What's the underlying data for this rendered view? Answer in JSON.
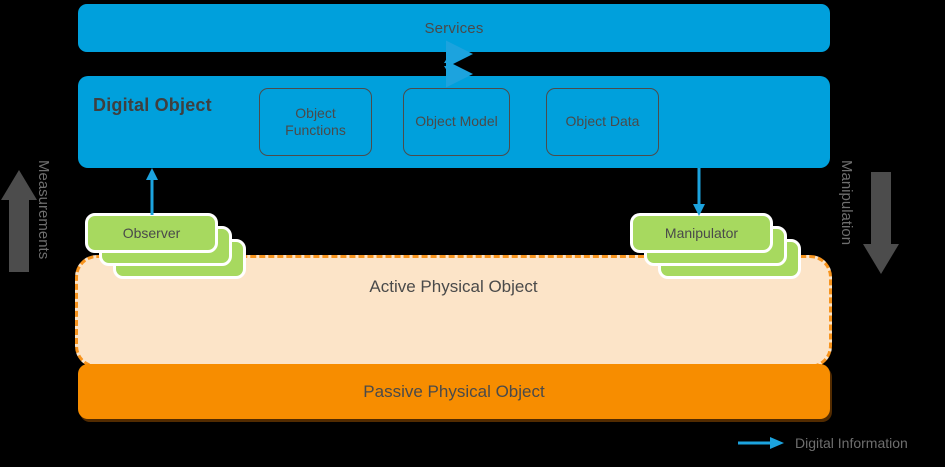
{
  "diagram": {
    "services": {
      "label": "Services"
    },
    "digital_object": {
      "title": "Digital Object",
      "components": [
        {
          "label": "Object Functions"
        },
        {
          "label": "Object Model"
        },
        {
          "label": "Object Data"
        }
      ]
    },
    "observer": {
      "label": "Observer",
      "stack_count": 3
    },
    "manipulator": {
      "label": "Manipulator",
      "stack_count": 3
    },
    "active_physical_object": {
      "label": "Active Physical Object"
    },
    "passive_physical_object": {
      "label": "Passive Physical Object"
    },
    "side_labels": {
      "left": "Measurements",
      "right": "Manipulation"
    },
    "legend": [
      {
        "label": "Digital Information",
        "color": "#00A0DC",
        "marker": "arrow-right-icon"
      }
    ],
    "colors": {
      "digital_blue": "#00A0DC",
      "active_fill": "#FCE4C8",
      "active_border": "#F7941E",
      "passive_orange": "#F78D00",
      "device_green": "#A7D95F",
      "gray_arrow": "#4C4C4C",
      "text_gray": "#4A4A4A",
      "background": "#000000"
    }
  }
}
